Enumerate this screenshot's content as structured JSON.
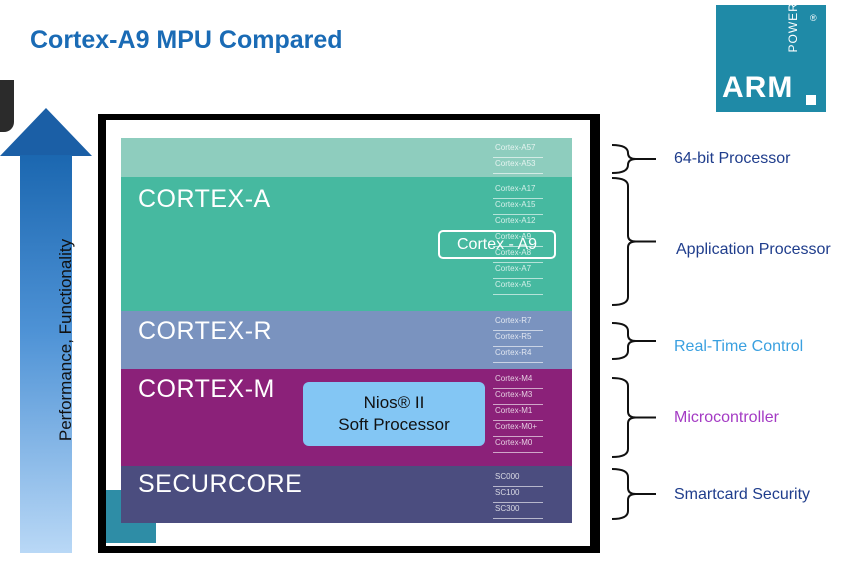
{
  "header": {
    "title": "Cortex-A9 MPU Compared"
  },
  "logo": {
    "text": "ARM",
    "tagline": "POWERED",
    "registered": "®"
  },
  "axis": {
    "label": "Performance, Functionality"
  },
  "bands": [
    {
      "name": "",
      "color": "#8ecdbe",
      "cores": [
        "Cortex-A57",
        "Cortex-A53"
      ]
    },
    {
      "name": "CORTEX-A",
      "color": "#46b9a0",
      "cores": [
        "Cortex-A17",
        "Cortex-A15",
        "Cortex-A12",
        "Cortex-A9",
        "Cortex-A8",
        "Cortex-A7",
        "Cortex-A5"
      ]
    },
    {
      "name": "CORTEX-R",
      "color": "#7a93bf",
      "cores": [
        "Cortex-R7",
        "Cortex-R5",
        "Cortex-R4"
      ]
    },
    {
      "name": "CORTEX-M",
      "color": "#8b2179",
      "cores": [
        "Cortex-M4",
        "Cortex-M3",
        "Cortex-M1",
        "Cortex-M0+",
        "Cortex-M0"
      ]
    },
    {
      "name": "SECURCORE",
      "color": "#4b4d7f",
      "cores": [
        "SC000",
        "SC100",
        "SC300"
      ]
    }
  ],
  "callouts": {
    "a9": "Cortex - A9",
    "nios_line1": "Nios® II",
    "nios_line2": "Soft Processor"
  },
  "categories": [
    {
      "label": "64-bit Processor",
      "color": "#1f3d8c"
    },
    {
      "label": "Application Processor",
      "color": "#1f3d8c"
    },
    {
      "label": "Real-Time Control",
      "color": "#3aa0e0"
    },
    {
      "label": "Microcontroller",
      "color": "#a43bc4"
    },
    {
      "label": "Smartcard Security",
      "color": "#1f3d8c"
    }
  ]
}
